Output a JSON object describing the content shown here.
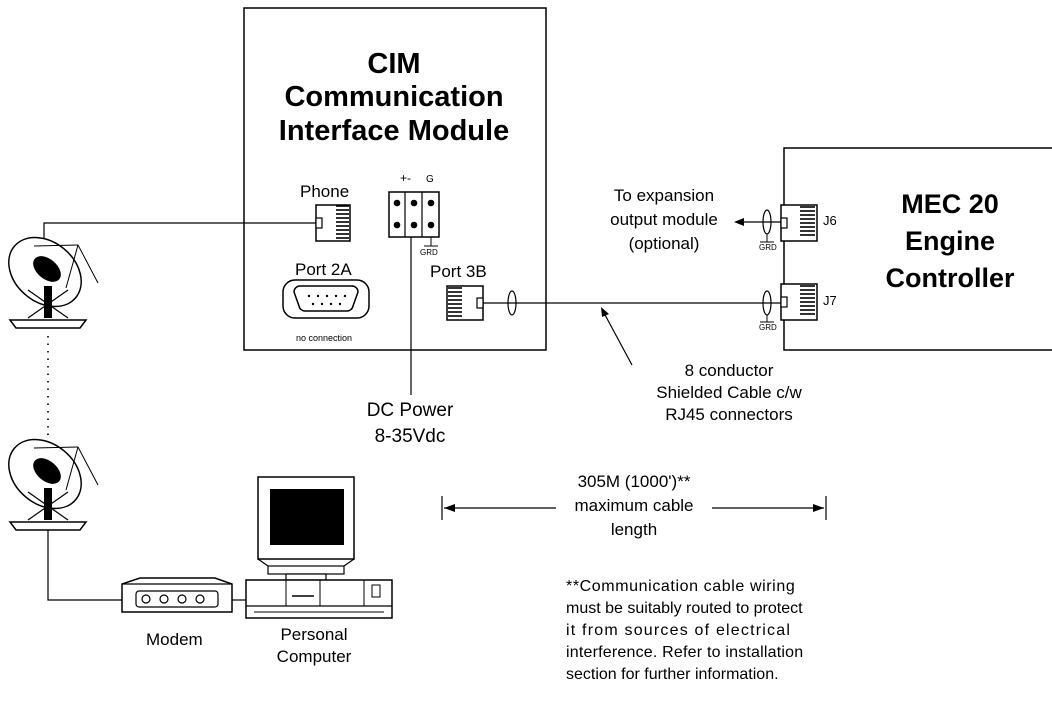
{
  "cim": {
    "title_line1": "CIM",
    "title_line2": "Communication",
    "title_line3": "Interface Module",
    "phone_label": "Phone",
    "power_terminal_label": "+-",
    "ground_terminal_label": "G",
    "ground_marker": "GRD",
    "port2a_label": "Port 2A",
    "port2a_note": "no connection",
    "port3b_label": "Port 3B"
  },
  "mec": {
    "title_line1": "MEC 20",
    "title_line2": "Engine",
    "title_line3": "Controller",
    "j6_label": "J6",
    "j7_label": "J7",
    "ground_marker_j6": "GRD",
    "ground_marker_j7": "GRD"
  },
  "expansion": {
    "line1": "To expansion",
    "line2": "output module",
    "line3": "(optional)"
  },
  "cable": {
    "line1": "8 conductor",
    "line2": "Shielded Cable c/w",
    "line3": "RJ45 connectors"
  },
  "power": {
    "line1": "DC Power",
    "line2": "8-35Vdc"
  },
  "length": {
    "line1": "305M (1000')**",
    "line2": "maximum cable",
    "line3": "length"
  },
  "note": {
    "line1": "**Communication cable wiring",
    "line2": "must be suitably routed to protect",
    "line3": "it from sources of electrical",
    "line4": "interference.  Refer to installation",
    "line5": "section for further information."
  },
  "devices": {
    "modem_label": "Modem",
    "pc_line1": "Personal",
    "pc_line2": "Computer"
  }
}
